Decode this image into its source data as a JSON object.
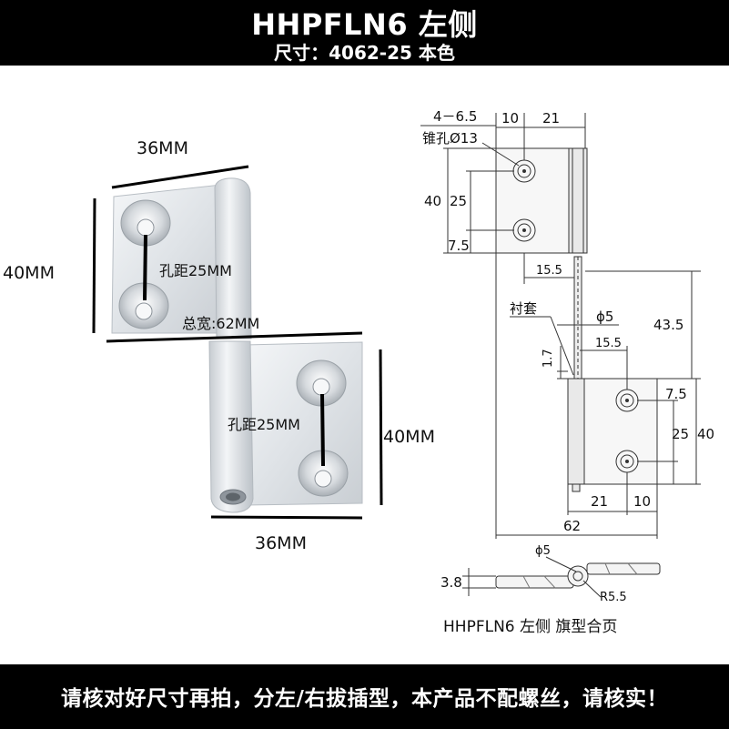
{
  "header": {
    "title": "HHPFLN6   左侧",
    "subtitle": "尺寸：4062-25 本色"
  },
  "photo": {
    "top_width": "36MM",
    "left_height": "40MM",
    "hole_pitch_top": "孔距25MM",
    "total_width": "总宽:62MM",
    "hole_pitch_bottom": "孔距25MM",
    "right_height": "40MM",
    "bottom_width": "36MM"
  },
  "drawing": {
    "hole_count": "4－6.5",
    "dim_10_top": "10",
    "dim_21_top": "21",
    "countersink": "锥孔Ø13",
    "dim_40_left": "40",
    "dim_25_left": "25",
    "dim_7_5_left": "7.5",
    "dim_15_5_upper": "15.5",
    "bushing": "衬套",
    "pin_dia": "ϕ5",
    "dim_43_5": "43.5",
    "dim_15_5_lower": "15.5",
    "dim_1_7": "1.7",
    "dim_7_5_right": "7.5",
    "dim_25_right": "25",
    "dim_40_right": "40",
    "dim_21_bottom": "21",
    "dim_10_bottom": "10",
    "dim_62": "62",
    "side_pin_dia": "ϕ5",
    "dim_3_8": "3.8",
    "radius": "R5.5",
    "caption": "HHPFLN6 左侧 旗型合页"
  },
  "footer": {
    "notice": "请核对好尺寸再拍，分左/右拔插型，本产品不配螺丝，请核实！"
  }
}
